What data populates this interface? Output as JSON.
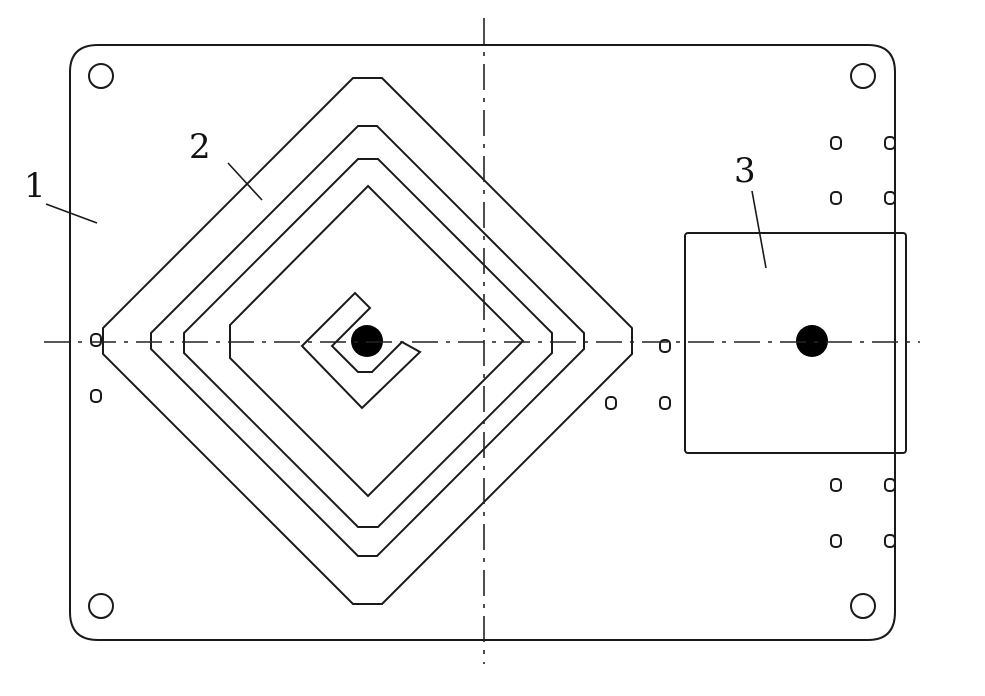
{
  "labels": {
    "board": "1",
    "coil": "2",
    "chip": "3"
  },
  "colors": {
    "line": "#1a1a1a",
    "background": "#ffffff",
    "fill_dot": "#000000"
  }
}
